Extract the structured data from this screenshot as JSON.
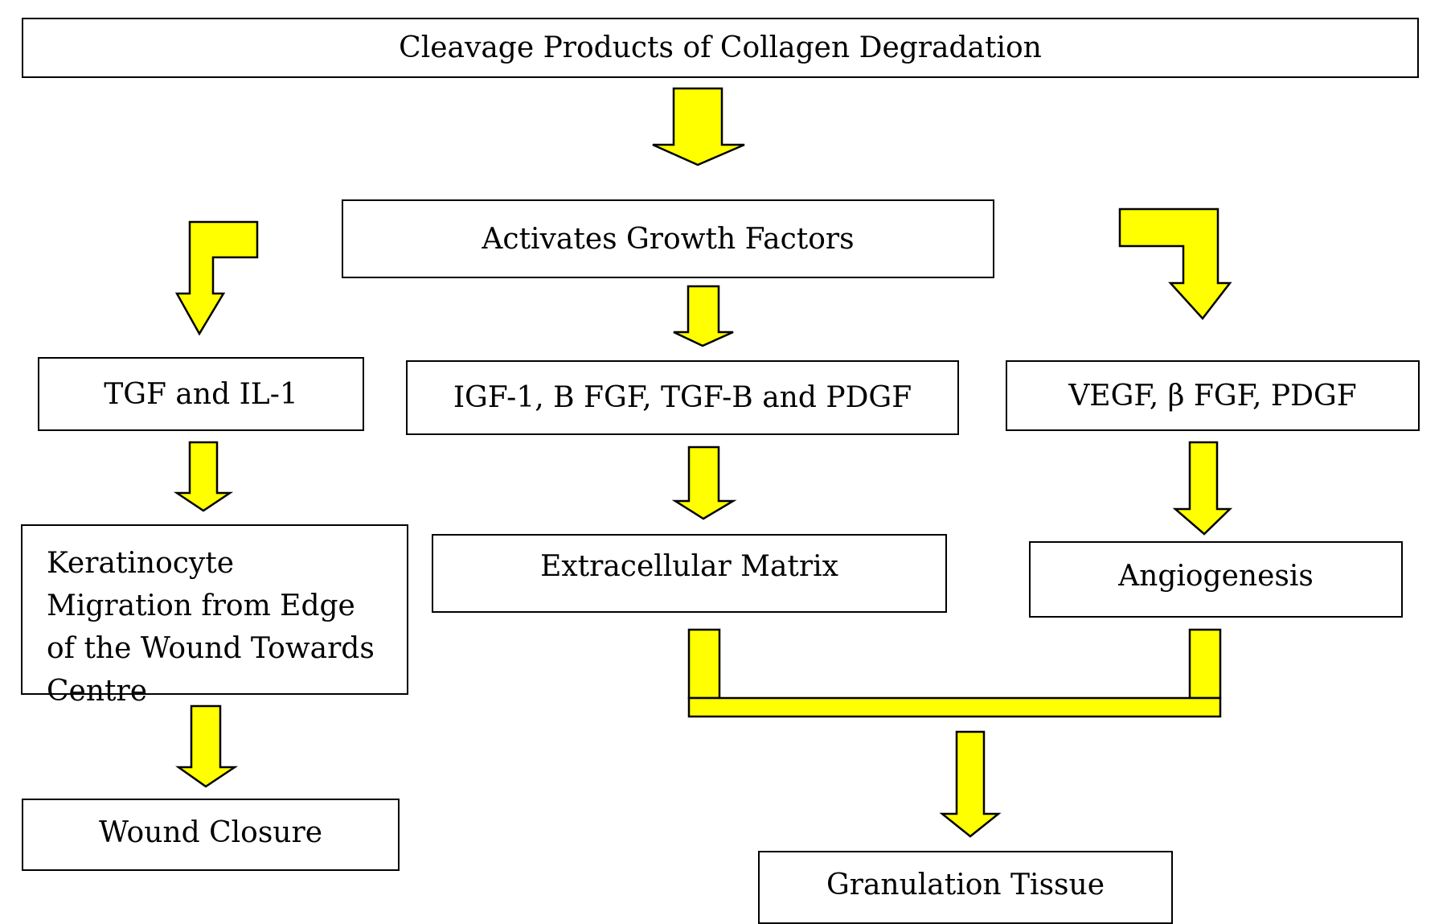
{
  "diagram": {
    "top": "Cleavage Products of Collagen Degradation",
    "activates": "Activates Growth Factors",
    "left_factors": "TGF and IL-1",
    "center_factors": "IGF-1, B FGF, TGF-B and PDGF",
    "right_factors": "VEGF, β FGF, PDGF",
    "keratinocyte": "Keratinocyte Migration from Edge of the Wound Towards Centre",
    "extracellular": "Extracellular Matrix",
    "angiogenesis": "Angiogenesis",
    "wound_closure": "Wound Closure",
    "granulation": "Granulation Tissue"
  },
  "colors": {
    "arrow_fill": "#ffff00",
    "stroke": "#000000",
    "background": "#ffffff"
  }
}
